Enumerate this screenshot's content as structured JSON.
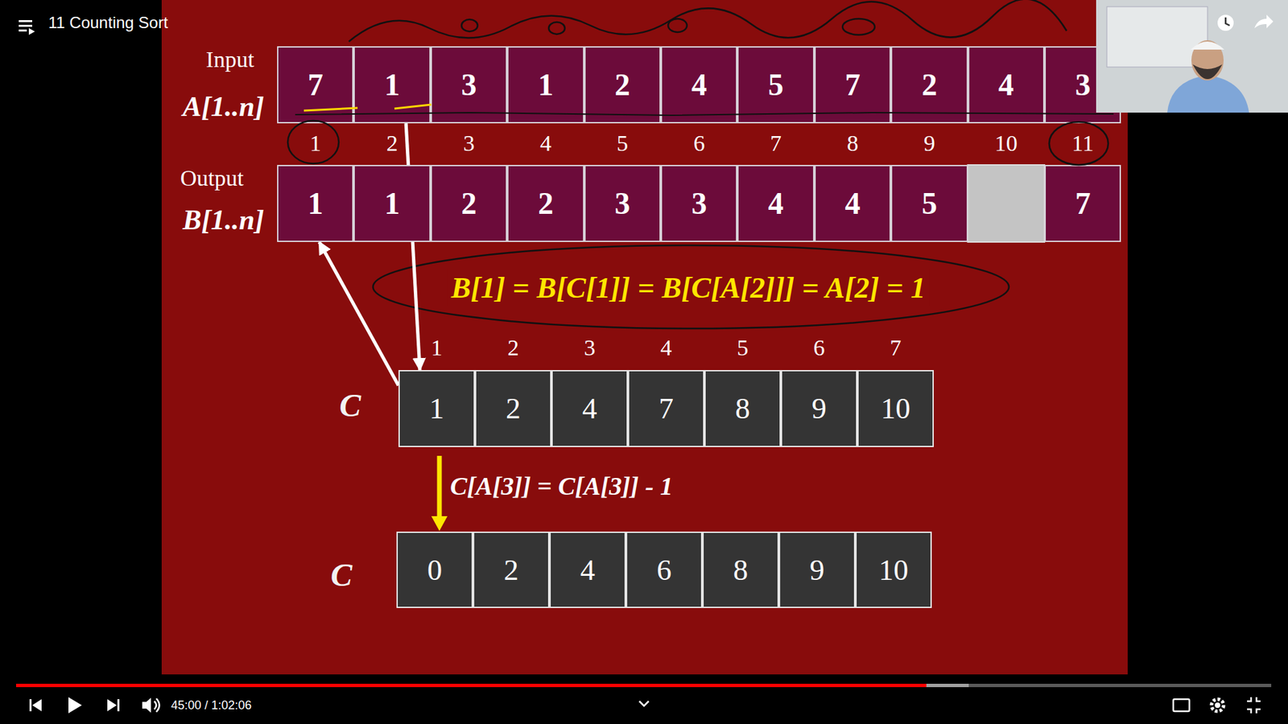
{
  "diagram": {
    "title": "11 Counting Sort",
    "nodes": [
      {
        "text": [
          "7"
        ]
      },
      {
        "text": [
          "1"
        ]
      },
      {
        "text": [
          "3"
        ]
      },
      {
        "text": [
          "1"
        ]
      },
      {
        "text": [
          "2"
        ]
      },
      {
        "text": [
          "4"
        ]
      },
      {
        "text": [
          "5"
        ]
      },
      {
        "text": [
          "7"
        ]
      },
      {
        "text": [
          "2"
        ]
      },
      {
        "text": [
          "4"
        ]
      },
      {
        "text": [
          "3"
        ]
      },
      {
        "text": [
          "1"
        ]
      },
      {
        "text": [
          "1"
        ]
      },
      {
        "text": [
          "2"
        ]
      },
      {
        "text": [
          "2"
        ]
      },
      {
        "text": [
          "3"
        ]
      },
      {
        "text": [
          "3"
        ]
      },
      {
        "text": [
          "4"
        ]
      },
      {
        "text": [
          "4"
        ]
      },
      {
        "text": [
          "5"
        ]
      },
      {
        "text": [
          "7"
        ]
      },
      {
        "text": [
          "1"
        ]
      },
      {
        "text": [
          "2"
        ]
      },
      {
        "text": [
          "4"
        ]
      },
      {
        "text": [
          "7"
        ]
      },
      {
        "text": [
          "8"
        ]
      },
      {
        "text": [
          "9"
        ]
      },
      {
        "text": [
          "10"
        ]
      },
      {
        "text": [
          "0"
        ]
      },
      {
        "text": [
          "2"
        ]
      },
      {
        "text": [
          "4"
        ]
      },
      {
        "text": [
          "6"
        ]
      },
      {
        "text": [
          "8"
        ]
      },
      {
        "text": [
          "9"
        ]
      },
      {
        "text": [
          "10"
        ]
      }
    ],
    "edges": [
      {
        "from": 1,
        "to": 21,
        "arrow": "to"
      },
      {
        "from": 21,
        "to": 11,
        "arrow": "to"
      }
    ],
    "labels": [
      "Input",
      "A[1..n]",
      "1",
      "2",
      "3",
      "4",
      "5",
      "6",
      "7",
      "8",
      "9",
      "10",
      "11",
      "Output",
      "B[1..n]",
      "B[1] = B[C[1]] = B[C[A[2]]] = A[2] = 1",
      "1",
      "2",
      "3",
      "4",
      "5",
      "6",
      "7",
      "C",
      "C[A[3]] = C[A[3]] - 1",
      "C",
      "45:00 / 1:02:06"
    ]
  }
}
